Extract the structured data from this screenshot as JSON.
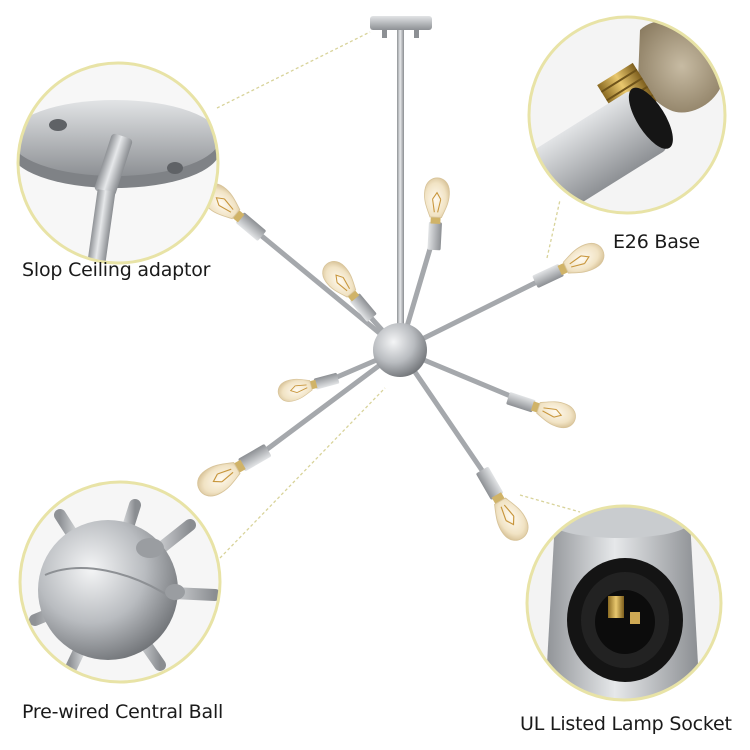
{
  "callouts": {
    "ceiling_adaptor": "Slop Ceiling adaptor",
    "bulb_base": "E26 Base",
    "central_ball": "Pre-wired Central Ball",
    "lamp_socket": "UL Listed Lamp Socket"
  },
  "colors": {
    "circle_border": "#e8e3a6",
    "leader_line": "#d8d39a",
    "metal": "#b9bcbf",
    "bulb_glass": "#f2e6c8",
    "filament": "#c8963c"
  }
}
